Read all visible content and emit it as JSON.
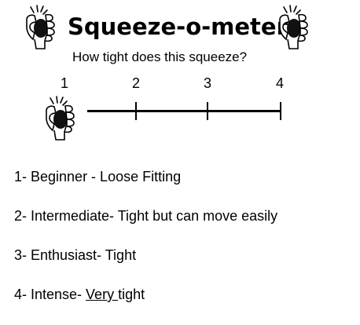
{
  "header": {
    "title": "Squeeze-o-meter",
    "subtitle": "How tight does this squeeze?"
  },
  "icons": {
    "title_left": "squeezing-fist-icon",
    "title_right": "squeezing-fist-icon",
    "scale_start": "squeezing-fist-icon"
  },
  "scale": {
    "labels": [
      "1",
      "2",
      "3",
      "4"
    ]
  },
  "levels": [
    {
      "text": "1- Beginner - Loose Fitting"
    },
    {
      "text": "2- Intermediate- Tight but can move easily"
    },
    {
      "text": "3- Enthusiast- Tight"
    },
    {
      "prefix": "4- Intense- ",
      "underlined": "Very ",
      "suffix": "tight"
    }
  ]
}
